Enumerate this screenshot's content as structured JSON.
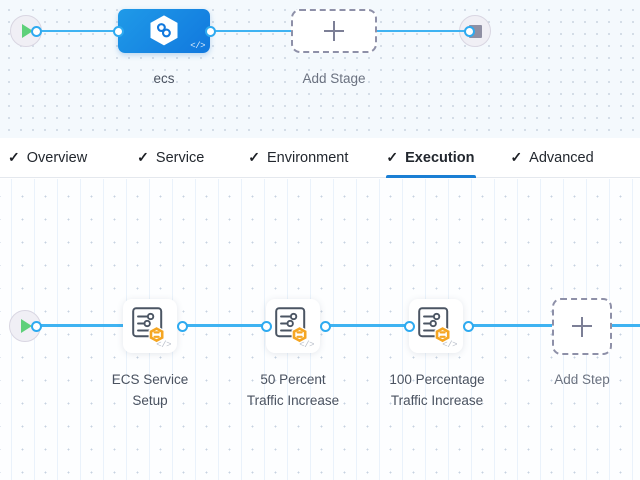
{
  "stage_canvas": {
    "start_node": {
      "name": "pipeline-start",
      "icon": "play-icon"
    },
    "end_node": {
      "name": "pipeline-end",
      "icon": "stop-icon"
    },
    "stages": [
      {
        "label": "ecs",
        "icon": "ecs-hexagon-icon",
        "badge": "code-icon",
        "selected": true
      }
    ],
    "add_stage": {
      "label": "Add Stage",
      "icon": "plus-icon"
    }
  },
  "tabs": {
    "check_glyph": "✓",
    "items": [
      {
        "label": "Overview",
        "active": false,
        "complete": true
      },
      {
        "label": "Service",
        "active": false,
        "complete": true
      },
      {
        "label": "Environment",
        "active": false,
        "complete": true
      },
      {
        "label": "Execution",
        "active": true,
        "complete": true
      },
      {
        "label": "Advanced",
        "active": false,
        "complete": true
      }
    ],
    "active_tab": "Execution",
    "active_underline_color": "#1b7fd4"
  },
  "step_canvas": {
    "start_node": {
      "name": "execution-start",
      "icon": "play-icon"
    },
    "steps": [
      {
        "label": "ECS Service\nSetup",
        "icon": "step-settings-icon",
        "badge": "harness-hexagon-icon",
        "code_glyph": "</>"
      },
      {
        "label": "50 Percent\nTraffic Increase",
        "icon": "step-settings-icon",
        "badge": "harness-hexagon-icon",
        "code_glyph": "</>"
      },
      {
        "label": "100 Percentage\nTraffic Increase",
        "icon": "step-settings-icon",
        "badge": "harness-hexagon-icon",
        "code_glyph": "</>"
      }
    ],
    "add_step": {
      "label": "Add Step",
      "icon": "plus-icon"
    }
  },
  "colors": {
    "connector": "#3fb3f2",
    "port_ring": "#2eaaf0",
    "stage_node_blue": "#1178de",
    "badge_orange": "#f5a623",
    "play_green": "#5ed07a",
    "stop_gray": "#8f8fa3",
    "dashed_border": "#8e90a8",
    "stage_canvas_bg": "#f4f9fd",
    "step_canvas_bg": "#fdfeff"
  }
}
